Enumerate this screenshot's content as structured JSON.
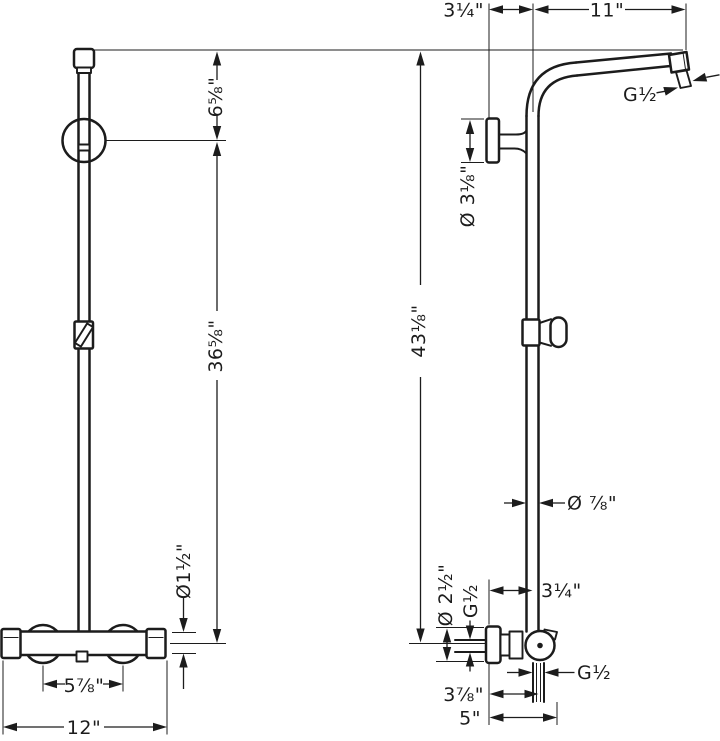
{
  "drawing": {
    "kind": "shower-system-installation-drawing",
    "line_color": "#1c1c1c",
    "background_color": "#ffffff"
  },
  "labels": {
    "front": {
      "top_to_bracket": "6⅝\"",
      "bracket_to_valve_center": "36⅝\"",
      "valve_body_diameter": "Ø1½\"",
      "supply_center_distance": "5⅞\"",
      "overall_width": "12\""
    },
    "side": {
      "wall_to_riser": "3¼\"",
      "arm_reach": "11\"",
      "arm_outlet_thread": "G½",
      "wall_flange_diameter": "Ø 3⅛\"",
      "overall_height": "43⅛\"",
      "riser_diameter": "Ø ⅞\"",
      "escutcheon_diameter": "Ø 2½\"",
      "supply_thread": "G½",
      "wall_to_riser_bottom": "3¼\"",
      "hose_outlet_thread": "G½",
      "wall_to_outlet": "3⅞\"",
      "wall_to_handle_front": "5\""
    }
  }
}
